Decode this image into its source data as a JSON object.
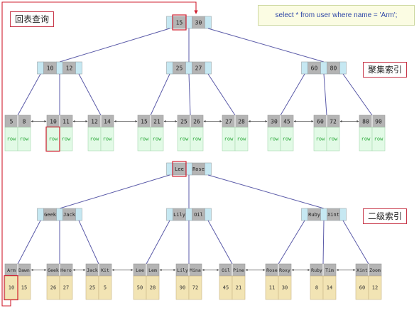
{
  "labels": {
    "lookup": "回表查询",
    "clustered": "聚集索引",
    "secondary": "二级索引"
  },
  "sql": "select * from user where name = 'Arm';",
  "colors": {
    "cell_gray": "#b4b4b4",
    "cell_cyan": "#c6e8f2",
    "edge": "#5a5aa8",
    "row_text": "#28a838",
    "row_bg": "#e2fae6",
    "row_border": "#a8d8b0",
    "pk_bg": "#f2e4b4",
    "pk_border": "#c8b484",
    "highlight": "#d02030"
  },
  "clustered_index": {
    "root": [
      "15",
      "30"
    ],
    "internal": [
      [
        "10",
        "12"
      ],
      [
        "25",
        "27"
      ],
      [
        "60",
        "80"
      ]
    ],
    "leaves": [
      [
        "5",
        "8"
      ],
      [
        "10",
        "11"
      ],
      [
        "12",
        "14"
      ],
      [
        "15",
        "21"
      ],
      [
        "25",
        "26"
      ],
      [
        "27",
        "28"
      ],
      [
        "30",
        "45"
      ],
      [
        "60",
        "72"
      ],
      [
        "80",
        "90"
      ]
    ],
    "row_label": "row"
  },
  "secondary_index": {
    "root": [
      "Lee",
      "Rose"
    ],
    "internal": [
      [
        "Geek",
        "Jack"
      ],
      [
        "Lily",
        "Oil"
      ],
      [
        "Ruby",
        "Xint"
      ]
    ],
    "leaves": [
      {
        "keys": [
          "Arm",
          "Dawn"
        ],
        "pks": [
          "10",
          "15"
        ]
      },
      {
        "keys": [
          "Geek",
          "Hero"
        ],
        "pks": [
          "26",
          "27"
        ]
      },
      {
        "keys": [
          "Jack",
          "Kit"
        ],
        "pks": [
          "25",
          "5"
        ]
      },
      {
        "keys": [
          "Lee",
          "Lem"
        ],
        "pks": [
          "50",
          "28"
        ]
      },
      {
        "keys": [
          "Lily",
          "Mina"
        ],
        "pks": [
          "90",
          "72"
        ]
      },
      {
        "keys": [
          "Oil",
          "Pine"
        ],
        "pks": [
          "45",
          "21"
        ]
      },
      {
        "keys": [
          "Rose",
          "Roxy"
        ],
        "pks": [
          "11",
          "30"
        ]
      },
      {
        "keys": [
          "Ruby",
          "Tim"
        ],
        "pks": [
          "8",
          "14"
        ]
      },
      {
        "keys": [
          "Xint",
          "Zoom"
        ],
        "pks": [
          "60",
          "12"
        ]
      }
    ]
  }
}
